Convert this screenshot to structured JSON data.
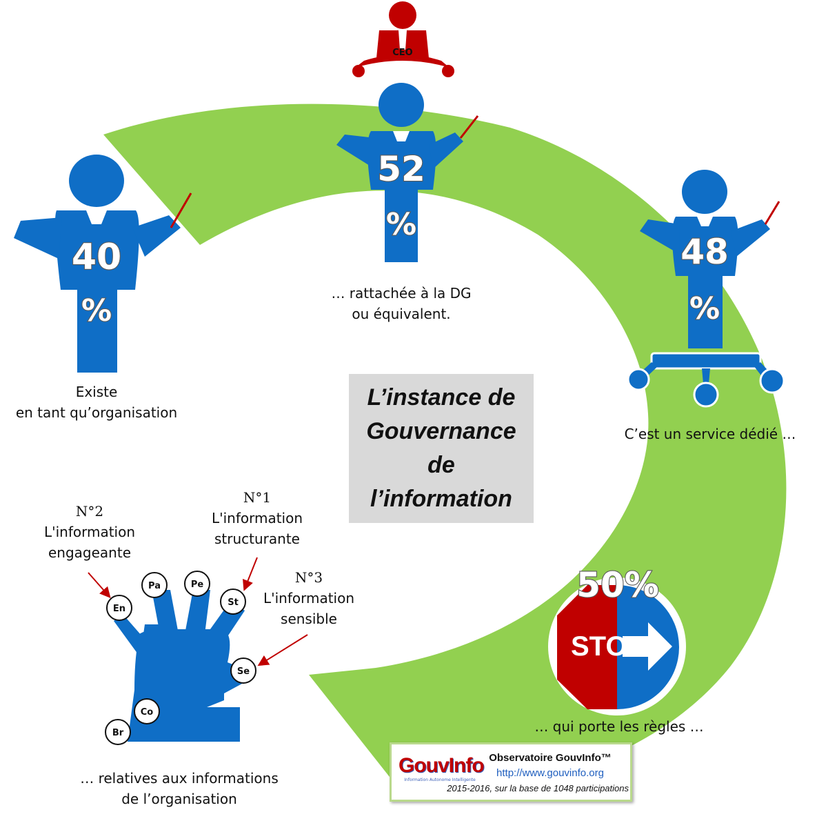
{
  "colors": {
    "ring": "#92d050",
    "person": "#0f6ec6",
    "ceo": "#c00000",
    "pointer": "#c00000",
    "stop_red": "#c00000",
    "arrow_blue": "#0f6ec6",
    "box": "#d9d9d9"
  },
  "center_title": "L’instance de\nGouvernance\nde\nl’information",
  "figures": [
    {
      "id": "organisation",
      "percent_number": "40",
      "percent_sign": "%",
      "value": 40,
      "caption_lines": [
        "Existe",
        "en tant qu’organisation"
      ]
    },
    {
      "id": "dg",
      "percent_number": "52",
      "percent_sign": "%",
      "value": 52,
      "caption_lines": [
        "… rattachée à la DG",
        "ou équivalent."
      ],
      "badge": "CEO"
    },
    {
      "id": "service",
      "percent_number": "48",
      "percent_sign": "%",
      "value": 48,
      "caption_lines": [
        "C’est un service dédié …"
      ]
    }
  ],
  "rules": {
    "percent": "50%",
    "value": 50,
    "stop_text": "STO",
    "caption": "… qui porte les règles …"
  },
  "hand": {
    "fingers": [
      "En",
      "Pa",
      "Pe",
      "St",
      "Se",
      "Co",
      "Br"
    ],
    "callouts": [
      {
        "rank": "N°2",
        "lines": [
          "L'information",
          "engageante"
        ]
      },
      {
        "rank": "N°1",
        "lines": [
          "L'information",
          "structurante"
        ]
      },
      {
        "rank": "N°3",
        "lines": [
          "L'information",
          "sensible"
        ]
      }
    ],
    "caption_lines": [
      "… relatives aux informations",
      "de l’organisation"
    ]
  },
  "footer": {
    "logo_text": "GouvInfo",
    "logo_subtitle": "Information Autonome Intelligente",
    "name": "Observatoire GouvInfo™",
    "url": "http://www.gouvinfo.org",
    "note": "2015-2016, sur la base de 1048 participations"
  }
}
